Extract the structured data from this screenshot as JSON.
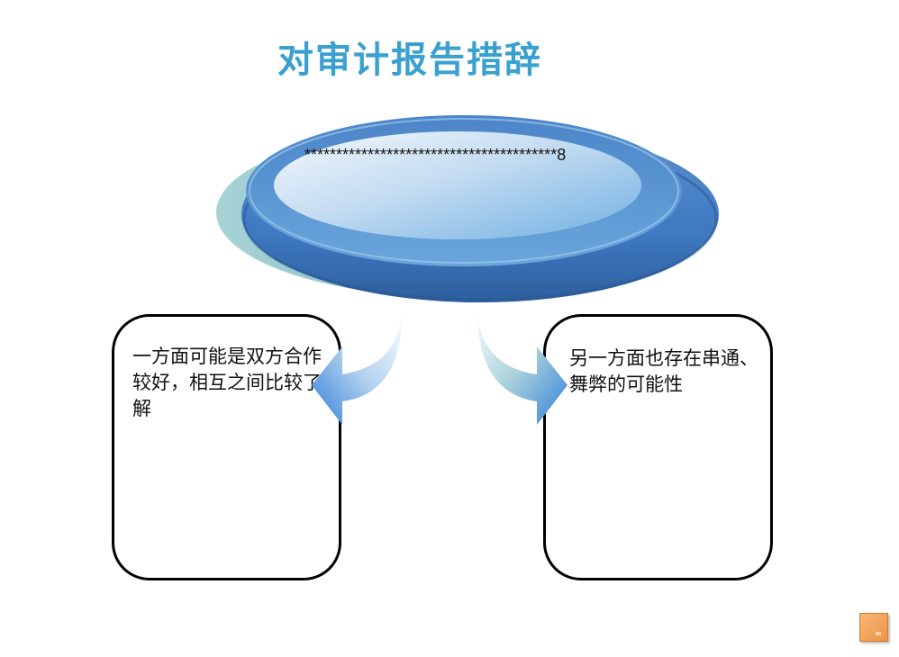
{
  "title": "对审计报告措辞",
  "center_disc": {
    "text": "****************************************8"
  },
  "left_box": {
    "text": "一方面可能是双方合作较好，相互之间比较了解"
  },
  "right_box": {
    "text": "另一方面也存在串通、舞弊的可能性"
  },
  "colors": {
    "title": "#3aa0d0",
    "disc_blue": "#3f7fc4",
    "disc_teal": "#8cc3cb",
    "box_border": "#000000",
    "corner_badge": "#f0a05a"
  }
}
